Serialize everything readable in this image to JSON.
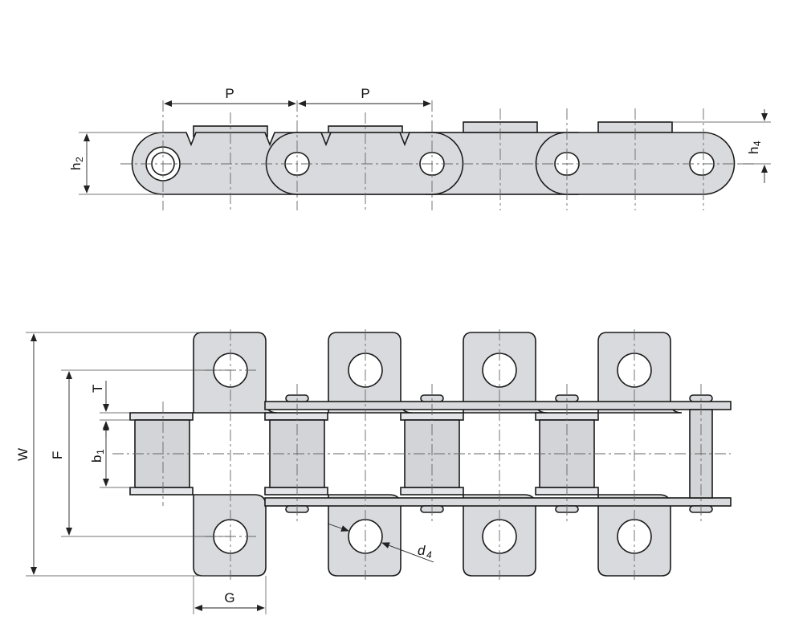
{
  "dimension_labels": {
    "pitch_1": "P",
    "pitch_2": "P",
    "h2_main": "h",
    "h2_sub": "2",
    "h4_main": "h",
    "h4_sub": "4",
    "W": "W",
    "F": "F",
    "T": "T",
    "b1_main": "b",
    "b1_sub": "1",
    "d4_main": "d",
    "d4_sub": "4",
    "G": "G"
  }
}
